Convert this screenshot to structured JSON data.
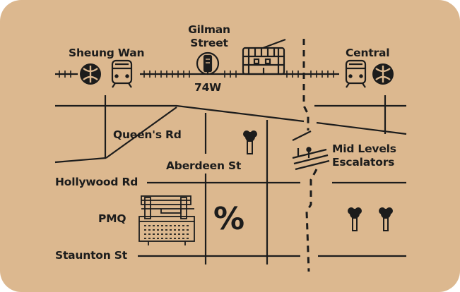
{
  "colors": {
    "background": "#dcb88f",
    "ink": "#1c1c1c"
  },
  "stations": {
    "sheung_wan": "Sheung Wan",
    "central": "Central",
    "gilman_street_line1": "Gilman",
    "gilman_street_line2": "Street",
    "tram_stop_number": "74W"
  },
  "streets": {
    "queens_rd": "Queen's Rd",
    "aberdeen_st": "Aberdeen St",
    "hollywood_rd": "Hollywood Rd",
    "staunton_st": "Staunton St"
  },
  "landmarks": {
    "mid_levels_line1": "Mid Levels",
    "mid_levels_line2": "Escalators",
    "pmq": "PMQ",
    "percent_symbol": "%"
  },
  "icons": [
    "mtr-logo-icon",
    "metro-train-icon",
    "tram-stop-icon",
    "tram-icon",
    "tree-icon",
    "escalator-icon",
    "pmq-building-icon"
  ]
}
